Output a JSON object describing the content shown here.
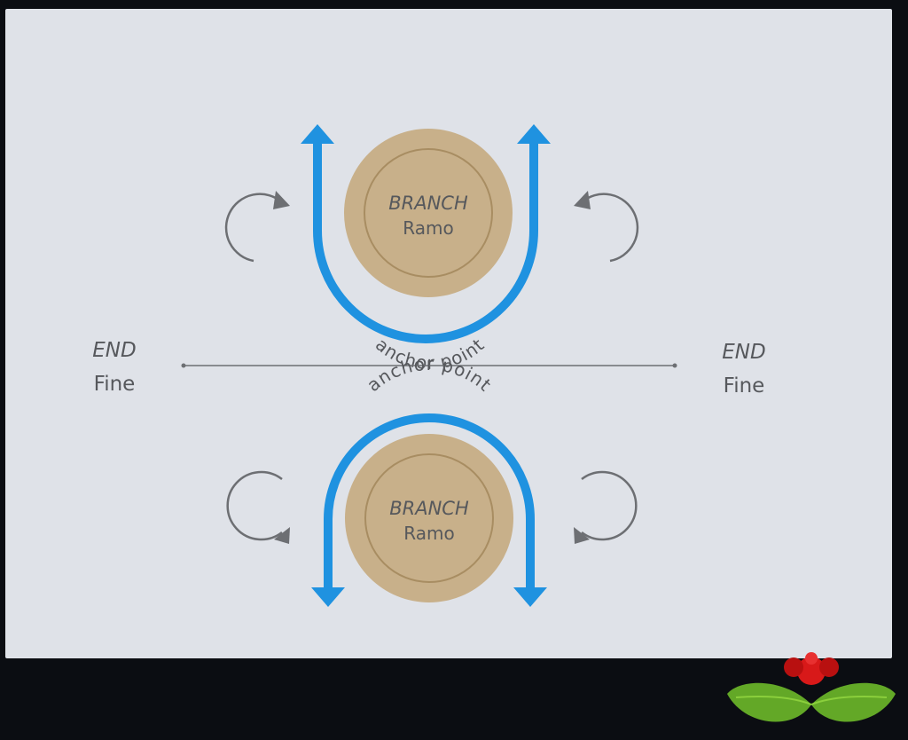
{
  "branch_top": {
    "title": "BRANCH",
    "subtitle": "Ramo",
    "anchor_label": "anchor point"
  },
  "branch_bottom": {
    "title": "BRANCH",
    "subtitle": "Ramo",
    "anchor_label": "anchor point"
  },
  "end_left": {
    "title": "END",
    "subtitle": "Fine"
  },
  "end_right": {
    "title": "END",
    "subtitle": "Fine"
  },
  "colors": {
    "arrow_blue": "#1f92e0",
    "branch_fill": "#c8b08a",
    "branch_ring": "#a88d62",
    "rotation_gray": "#6d6f73",
    "slide_bg": "#dfe2e8",
    "frame_bg": "#0b0d12",
    "logo_red": "#d81919",
    "logo_green": "#63a827"
  }
}
